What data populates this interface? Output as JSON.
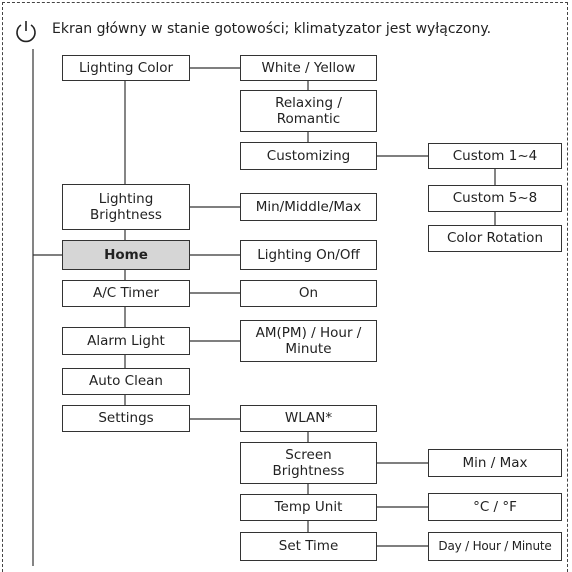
{
  "header": {
    "text": "Ekran główny w stanie gotowości; klimatyzator jest wyłączony."
  },
  "icons": {
    "power": "power-icon"
  },
  "colors": {
    "selected_fill": "#d6d6d6",
    "line": "#333333"
  },
  "menu": {
    "lighting_color": "Lighting Color",
    "lighting_brightness": "Lighting\nBrightness",
    "home": "Home",
    "ac_timer": "A/C Timer",
    "alarm_light": "Alarm Light",
    "auto_clean": "Auto Clean",
    "settings": "Settings"
  },
  "submenu": {
    "white_yellow": "White / Yellow",
    "relaxing_romantic": "Relaxing /\nRomantic",
    "customizing": "Customizing",
    "min_middle_max": "Min/Middle/Max",
    "lighting_on_off": "Lighting On/Off",
    "on": "On",
    "am_pm_hour_minute": "AM(PM) / Hour /\nMinute",
    "wlan": "WLAN*",
    "screen_brightness": "Screen\nBrightness",
    "temp_unit": "Temp Unit",
    "set_time": "Set Time"
  },
  "options": {
    "custom_1_4": "Custom 1~4",
    "custom_5_8": "Custom 5~8",
    "color_rotation": "Color Rotation",
    "min_max": "Min / Max",
    "c_f": "°C / °F",
    "day_hour_minute": "Day / Hour / Minute"
  }
}
